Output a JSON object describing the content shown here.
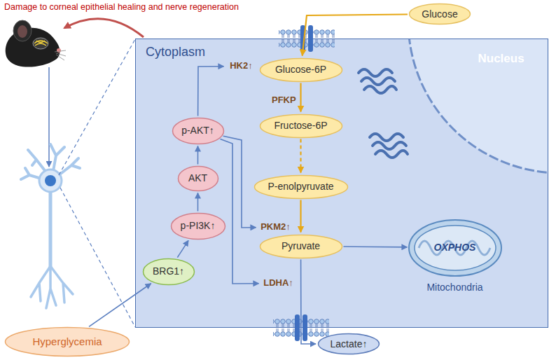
{
  "diagram": {
    "nodes": [
      {
        "text": [
          "Cytoplasm"
        ]
      },
      {
        "text": [
          "Nucleus"
        ],
        "in": 0
      },
      {
        "text": [
          "Glucose"
        ]
      },
      {
        "text": [
          "HK2↑"
        ],
        "in": 0
      },
      {
        "text": [
          "Glucose-6P"
        ],
        "in": 0
      },
      {
        "text": [
          "Fructose-6P"
        ],
        "in": 0
      },
      {
        "text": [
          "P-enolpyruvate"
        ],
        "in": 0
      },
      {
        "text": [
          "p-AKT↑"
        ],
        "in": 0
      },
      {
        "text": [
          "AKT"
        ],
        "in": 0
      },
      {
        "text": [
          "p-PI3K↑"
        ],
        "in": 0
      },
      {
        "text": [
          "PKM2↑"
        ],
        "in": 0
      },
      {
        "text": [
          "Pyruvate"
        ],
        "in": 0
      },
      {
        "text": [
          "OXPHOS",
          "Mitochondria"
        ],
        "in": 0
      },
      {
        "text": [
          "BRG1↑"
        ],
        "in": 0
      },
      {
        "text": [
          "LDHA↑"
        ],
        "in": 0
      },
      {
        "text": [
          "Hyperglycemia"
        ]
      },
      {
        "text": [
          "Lactate↑"
        ]
      }
    ],
    "edges": [
      {
        "from": 2,
        "to": 4,
        "arrow": "to"
      },
      {
        "from": 4,
        "to": 5,
        "arrow": "to"
      },
      {
        "from": 5,
        "to": 6,
        "arrow": "to"
      },
      {
        "from": 6,
        "to": 11,
        "arrow": "to"
      },
      {
        "from": 11,
        "to": 12,
        "arrow": "to"
      },
      {
        "from": 11,
        "to": 16,
        "arrow": "to"
      },
      {
        "from": 15,
        "to": 13,
        "arrow": "to"
      },
      {
        "from": 13,
        "to": 9,
        "arrow": "to"
      },
      {
        "from": 9,
        "to": 8,
        "arrow": "to"
      },
      {
        "from": 8,
        "to": 7,
        "arrow": "to"
      },
      {
        "from": 7,
        "to": 3,
        "arrow": "to"
      },
      {
        "from": 7,
        "to": 10,
        "arrow": "to"
      },
      {
        "from": 7,
        "to": 14,
        "arrow": "to"
      }
    ],
    "labels": [
      "Damage to corneal epithelial healing and nerve regeneration",
      "PFKP"
    ]
  }
}
